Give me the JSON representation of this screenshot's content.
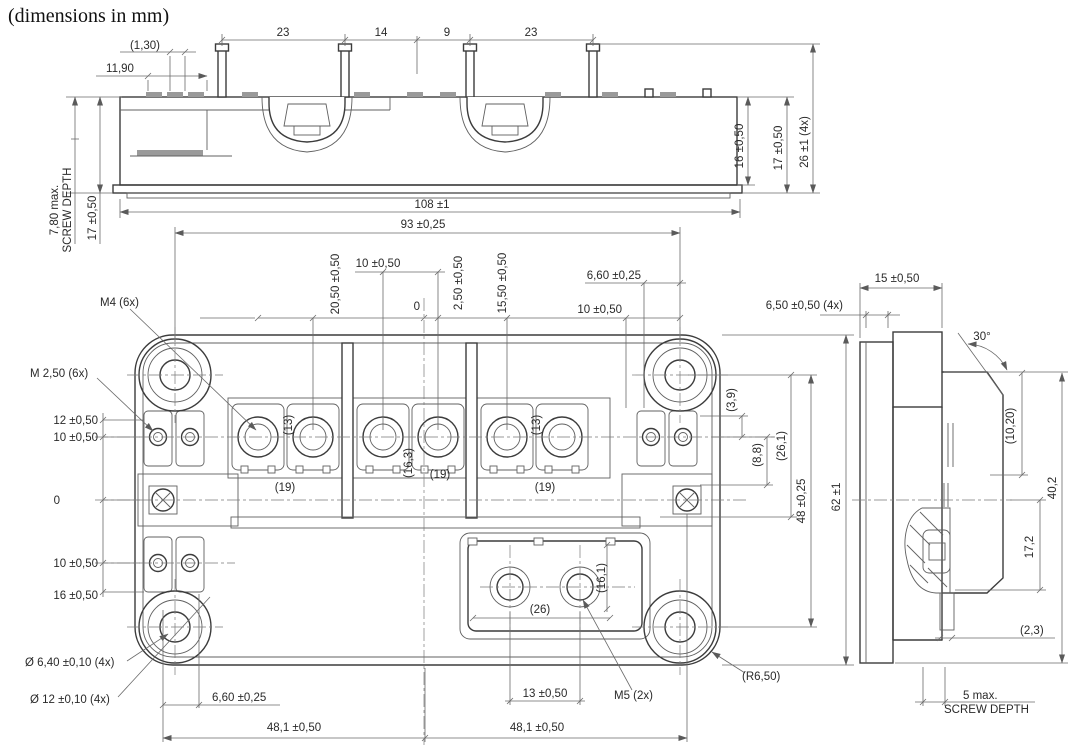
{
  "title": "(dimensions in mm)",
  "front_view": {
    "pitch_1": "23",
    "pitch_2": "14",
    "pitch_3": "9",
    "pitch_4": "23",
    "pad_width": "(1,30)",
    "pad_offset": "11,90",
    "height_body": "16 ±0,50",
    "height_case": "17 ±0,50",
    "height_pins": "26 ±1 (4x)",
    "screw_depth_1": "7,80 max.",
    "screw_depth_2": "SCREW DEPTH",
    "height_left": "17 ±0,50",
    "length": "108 ±1"
  },
  "plan_view": {
    "mount_span": "93 ±0,25",
    "col_2050": "20,50 ±0,50",
    "col_10_left": "10 ±0,50",
    "zero_top": "0",
    "col_250": "2,50 ±0,50",
    "col_1550": "15,50 ±0,50",
    "corner_660": "6,60 ±0,25",
    "col_10_right": "10 ±0,50",
    "m4_thread": "M4 (6x)",
    "m250_thread": "M 2,50 (6x)",
    "row_12": "12 ±0,50",
    "row_10_top": "10 ±0,50",
    "zero_left": "0",
    "row_10_bot": "10 ±0,50",
    "row_16": "16 ±0,50",
    "dia_640": "Ø 6,40 ±0,10 (4x)",
    "dia_12": "Ø 12 ±0,10 (4x)",
    "grp1_13": "(13)",
    "grp3_13": "(13)",
    "grp2_163": "(16,3)",
    "grp1_19": "(19)",
    "grp2_19": "(19)",
    "grp3_19": "(19)",
    "aux_26": "(26)",
    "aux_161": "(16,1)",
    "right_39": "(3,9)",
    "right_88": "(8,8)",
    "right_261": "(26,1)",
    "right_48": "48 ±0,25",
    "right_62": "62 ±1",
    "bot_660": "6,60 ±0,25",
    "bot_481_left": "48,1 ±0,50",
    "bot_13": "13 ±0,50",
    "m5_thread": "M5 (2x)",
    "radius_650": "(R6,50)",
    "bot_481_right": "48,1 ±0,50"
  },
  "side_view": {
    "depth_15": "15 ±0,50",
    "pin_650": "6,50 ±0,50 (4x)",
    "angle_30": "30°",
    "right_1020": "(10,20)",
    "right_402": "40,2",
    "right_172": "17,2",
    "right_23": "(2,3)",
    "screw_depth_1": "5 max.",
    "screw_depth_2": "SCREW DEPTH"
  }
}
